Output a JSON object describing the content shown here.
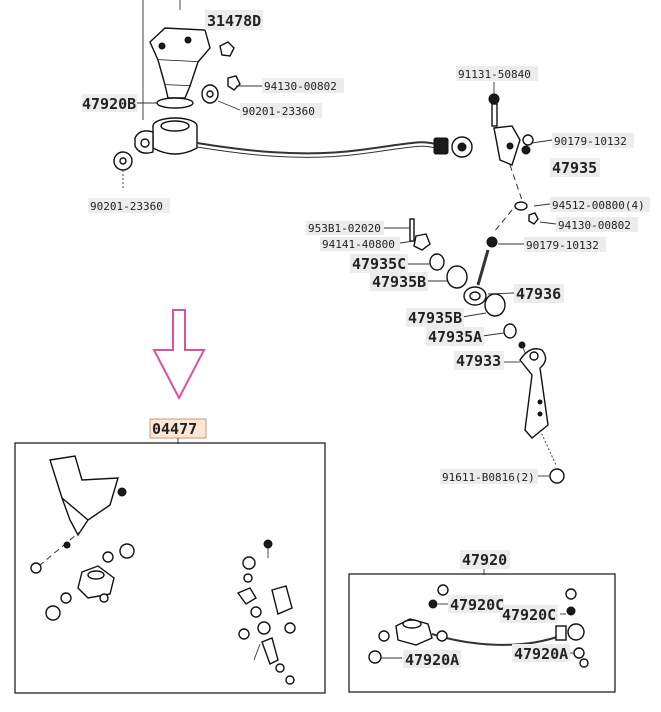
{
  "labels": {
    "p31478D": "31478D",
    "p47920B": "47920B",
    "p94130_top": "94130-00802",
    "p90201_right": "90201-23360",
    "p90201_left": "90201-23360",
    "p91131": "91131-50840",
    "p90179_top": "90179-10132",
    "p47935": "47935",
    "p94512": "94512-00800(4)",
    "p94130_right": "94130-00802",
    "p95381": "953B1-02020",
    "p94141": "94141-40800",
    "p90179_mid": "90179-10132",
    "p47935C": "47935C",
    "p47935B_a": "47935B",
    "p47936": "47936",
    "p47935B_b": "47935B",
    "p47935A": "47935A",
    "p47933": "47933",
    "p91611": "91611-B0816(2)",
    "p04477": "04477",
    "p47920": "47920",
    "p47920C_a": "47920C",
    "p47920C_b": "47920C",
    "p47920A_a": "47920A",
    "p47920A_b": "47920A"
  },
  "colors": {
    "arrow": "#e0509a",
    "kit_label_bg": "#fde6d4",
    "label_bg": "#ececec",
    "ink": "#111111"
  },
  "icons": {
    "down_arrow": "down-arrow-icon"
  }
}
